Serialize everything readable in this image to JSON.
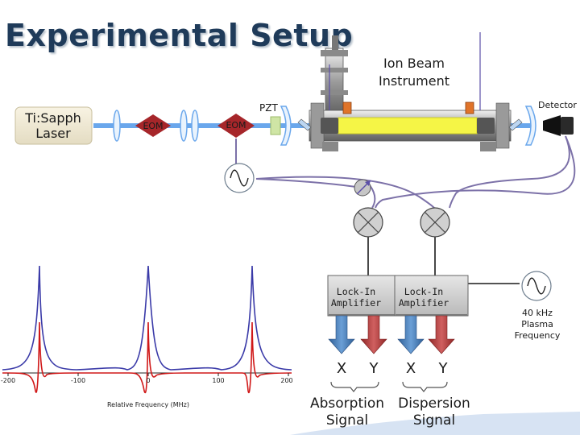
{
  "title": "Experimental Setup",
  "labels": {
    "laser": [
      "Ti:Sapph",
      "Laser"
    ],
    "eom1": "EOM",
    "eom2": "EOM",
    "pzt": "PZT",
    "instrument": [
      "Ion Beam",
      "Instrument"
    ],
    "detector": "Detector",
    "lockin_left": [
      "Lock-In",
      "Amplifier"
    ],
    "lockin_right": [
      "Lock-In",
      "Amplifier"
    ],
    "plasma": [
      "40 kHz",
      "Plasma",
      "Frequency"
    ],
    "x_left": "X",
    "y_left": "Y",
    "x_right": "X",
    "y_right": "Y",
    "absorption": [
      "Absorption",
      "Signal"
    ],
    "dispersion": [
      "Dispersion",
      "Signal"
    ]
  },
  "inset_plot": {
    "xlabel": "Relative Frequency (MHz)",
    "ticks": [
      "-200",
      "-100",
      "0",
      "100",
      "200"
    ]
  },
  "colors": {
    "title": "#1f3b5a",
    "laser_box": "#f3ecd8",
    "eom_fill": "#a6262a",
    "beam": "#6aa7ec",
    "cable": "#7c71a8",
    "lockin_fill": "#d4d4d4",
    "arrow_x": "#3f78b5",
    "arrow_y": "#b23a3a",
    "absorption_curve": "#3a3aa8",
    "dispersion_curve": "#d01818",
    "pzt_fill": "#cfe5a5"
  }
}
